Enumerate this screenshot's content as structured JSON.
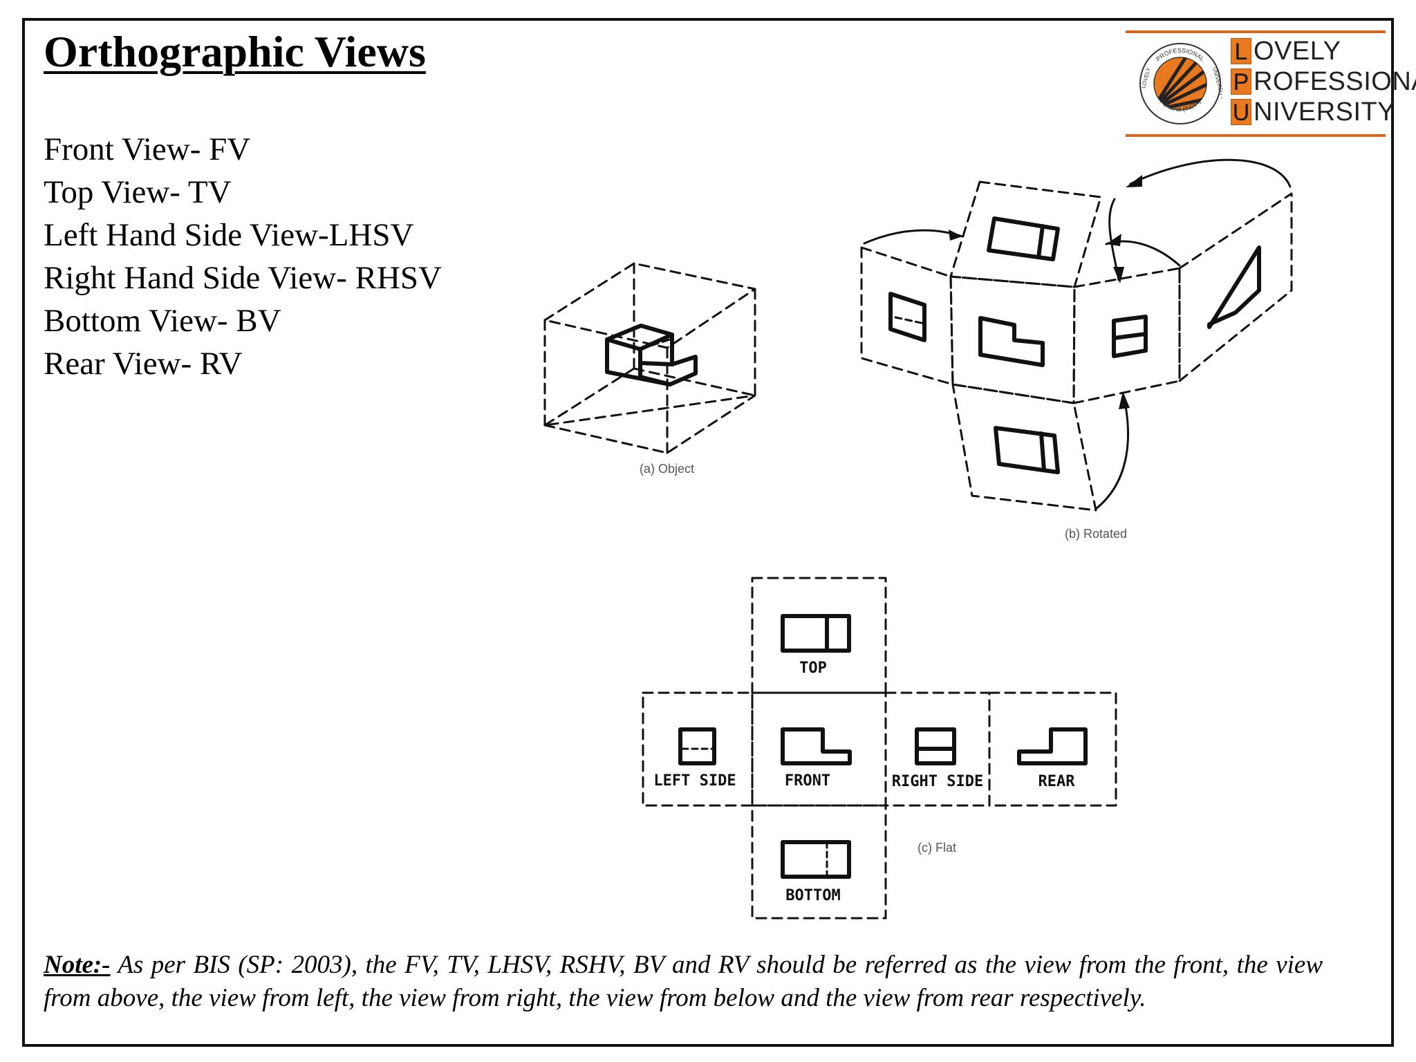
{
  "title": "Orthographic Views",
  "views": [
    "Front View- FV",
    "Top View- TV",
    "Left Hand Side View-LHSV",
    "Right Hand Side View- RHSV",
    "Bottom View- BV",
    "Rear View- RV"
  ],
  "logo": {
    "emblem_top_text": "PROFESSIONAL",
    "emblem_left_text": "LOVELY",
    "emblem_right_text": "UNIVERSITY",
    "emblem_bottom_text": "PUNJAB (INDIA)",
    "lines": [
      {
        "initial": "L",
        "rest": "OVELY"
      },
      {
        "initial": "P",
        "rest": "ROFESSIONAL"
      },
      {
        "initial": "U",
        "rest": "NIVERSITY"
      }
    ],
    "accent_color": "#e8791e"
  },
  "figures": {
    "object_caption": "(a) Object",
    "rotated_caption": "(b) Rotated",
    "flat_caption": "(c) Flat",
    "flat_labels": {
      "top": "TOP",
      "left": "LEFT SIDE",
      "front": "FRONT",
      "right": "RIGHT SIDE",
      "rear": "REAR",
      "bottom": "BOTTOM"
    }
  },
  "note": {
    "label": "Note:-",
    "text": " As per BIS (SP: 2003), the FV, TV, LHSV, RSHV, BV and RV should be referred as the view from the front, the view from above, the view from left, the view from right, the view from below and the view from rear respectively."
  }
}
